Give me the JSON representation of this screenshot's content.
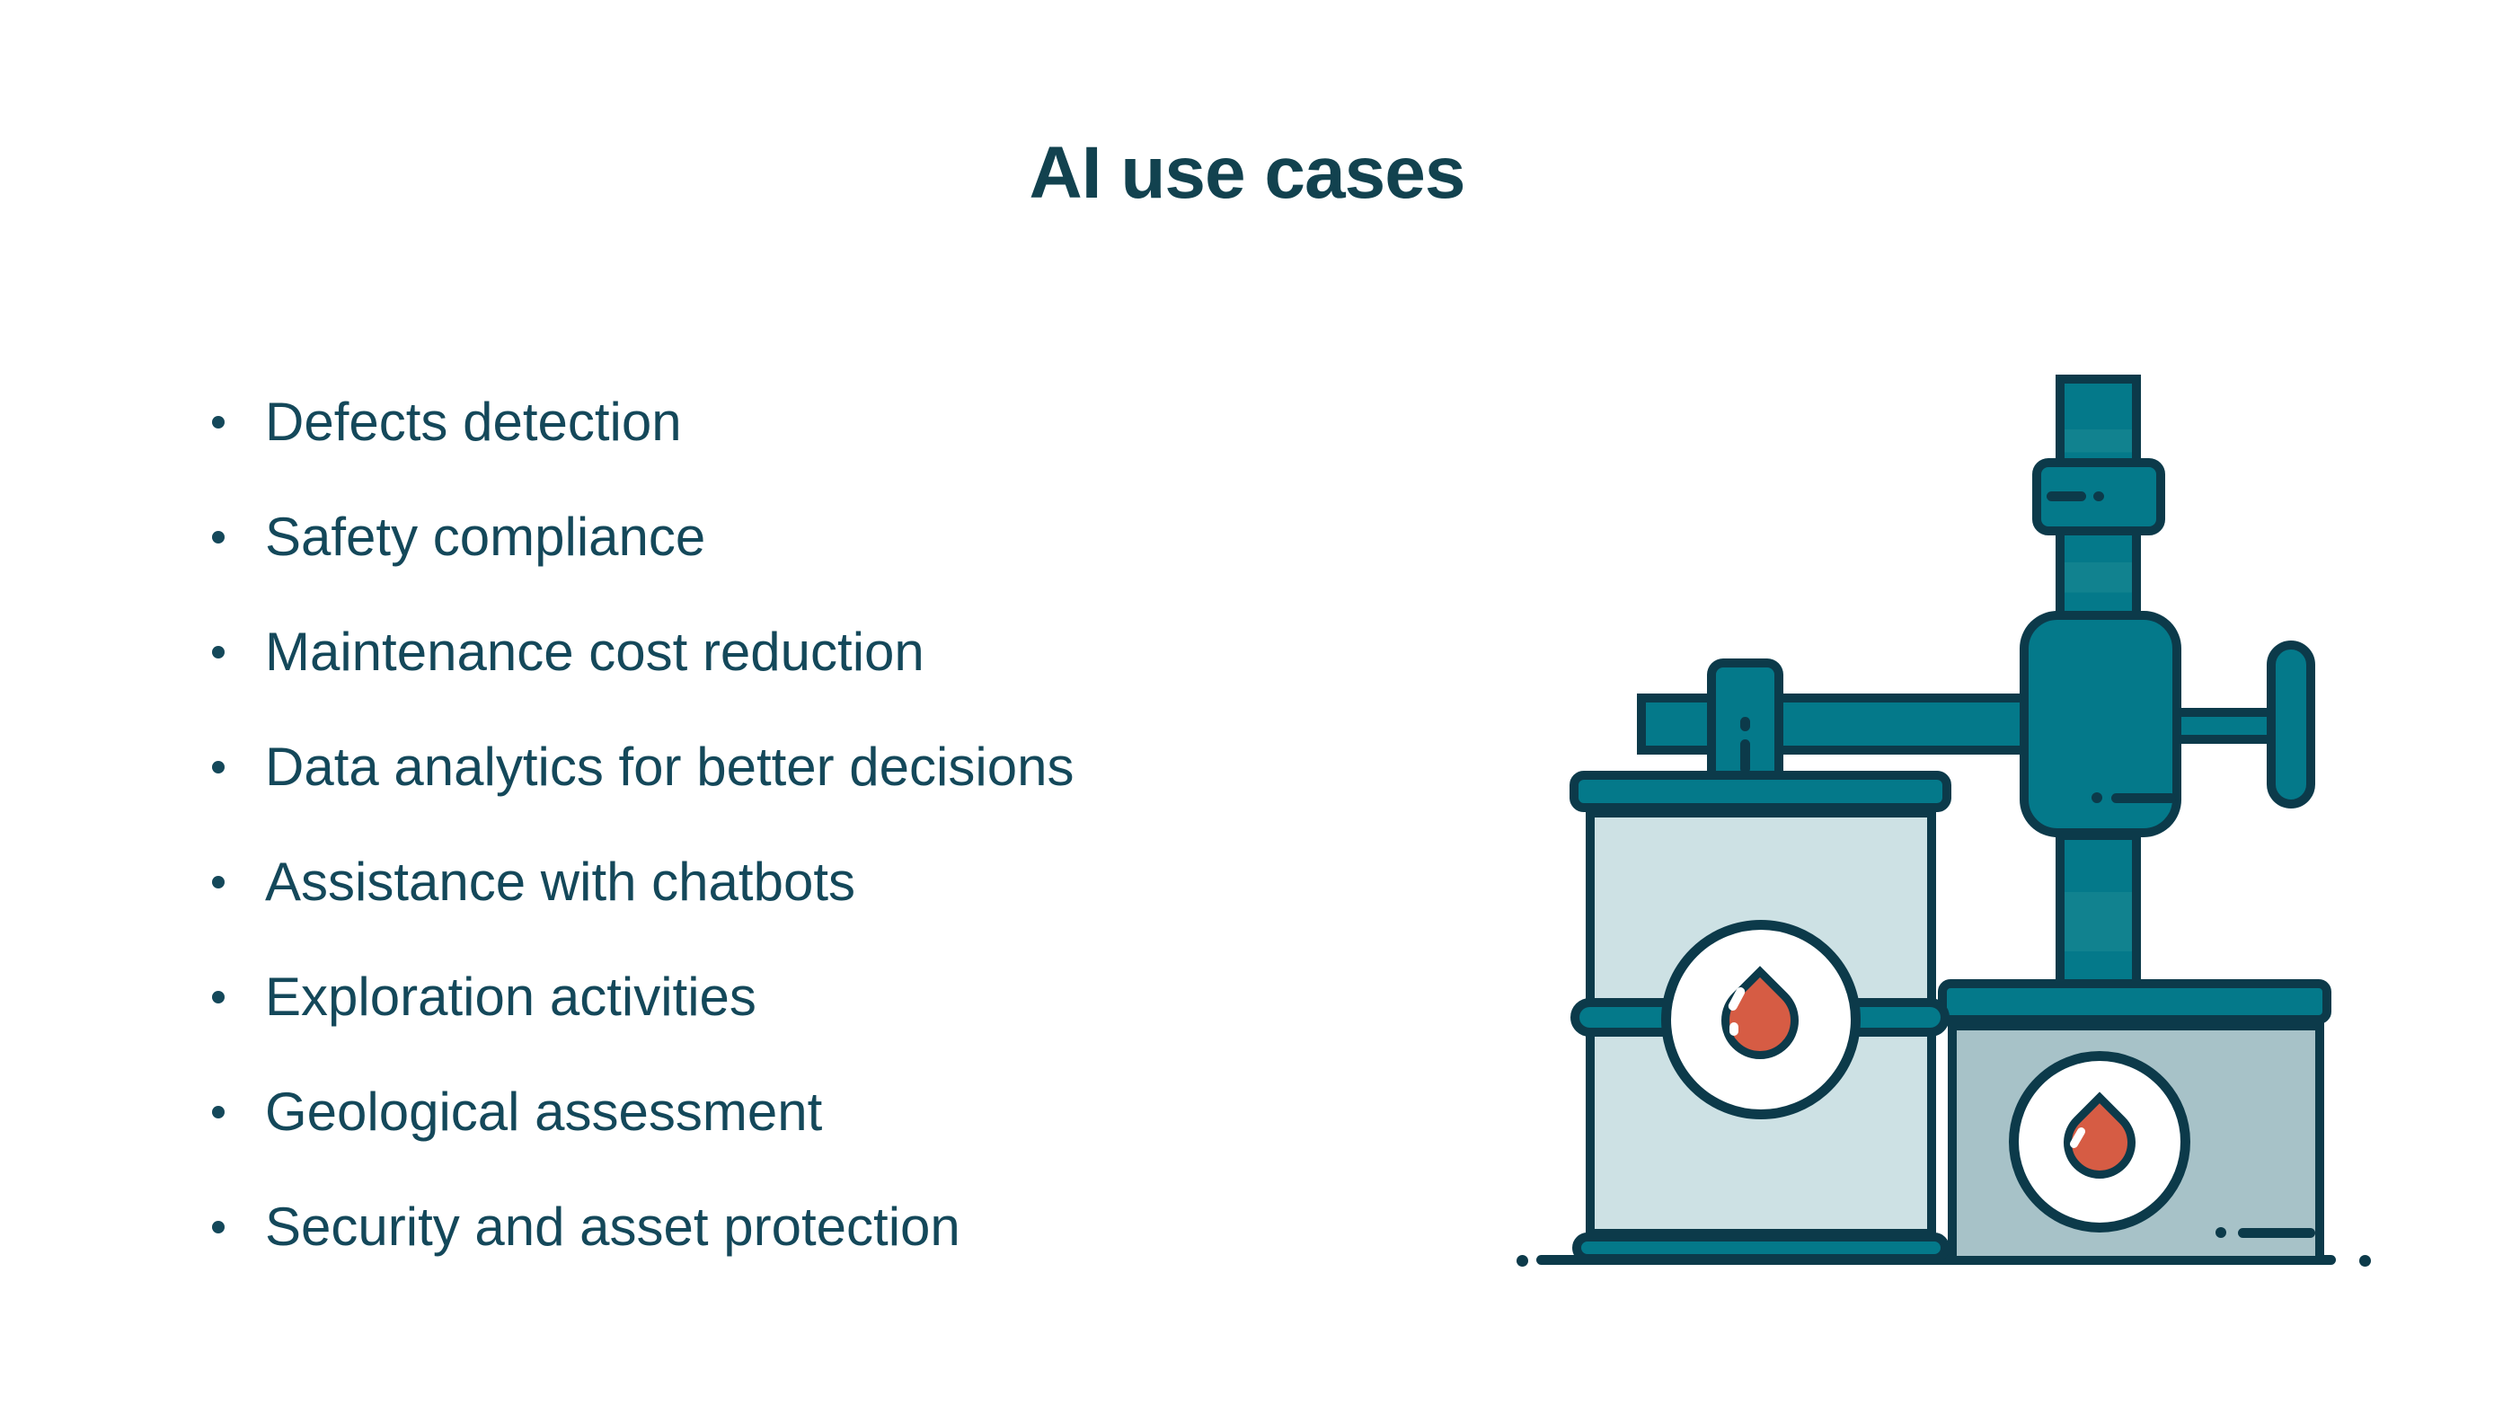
{
  "title": "AI use cases",
  "list": {
    "items": [
      "Defects detection",
      "Safety compliance",
      "Maintenance cost reduction",
      "Data analytics for better decisions",
      "Assistance with chatbots",
      "Exploration activities",
      "Geological assessment",
      "Security and asset protection"
    ]
  },
  "illustration": {
    "name": "oil-barrels-and-pipeline",
    "icons": [
      "oil-drop-icon",
      "oil-drop-icon",
      "valve-handle-icon",
      "pipe-icon"
    ]
  },
  "palette": {
    "text": "#14485a",
    "outline": "#0c3a4a",
    "pipe_teal": "#04798a",
    "barrel_light": "#cde1e4",
    "tank_gray": "#a7c2c8",
    "drop_red": "#d65c44",
    "background": "#ffffff"
  }
}
